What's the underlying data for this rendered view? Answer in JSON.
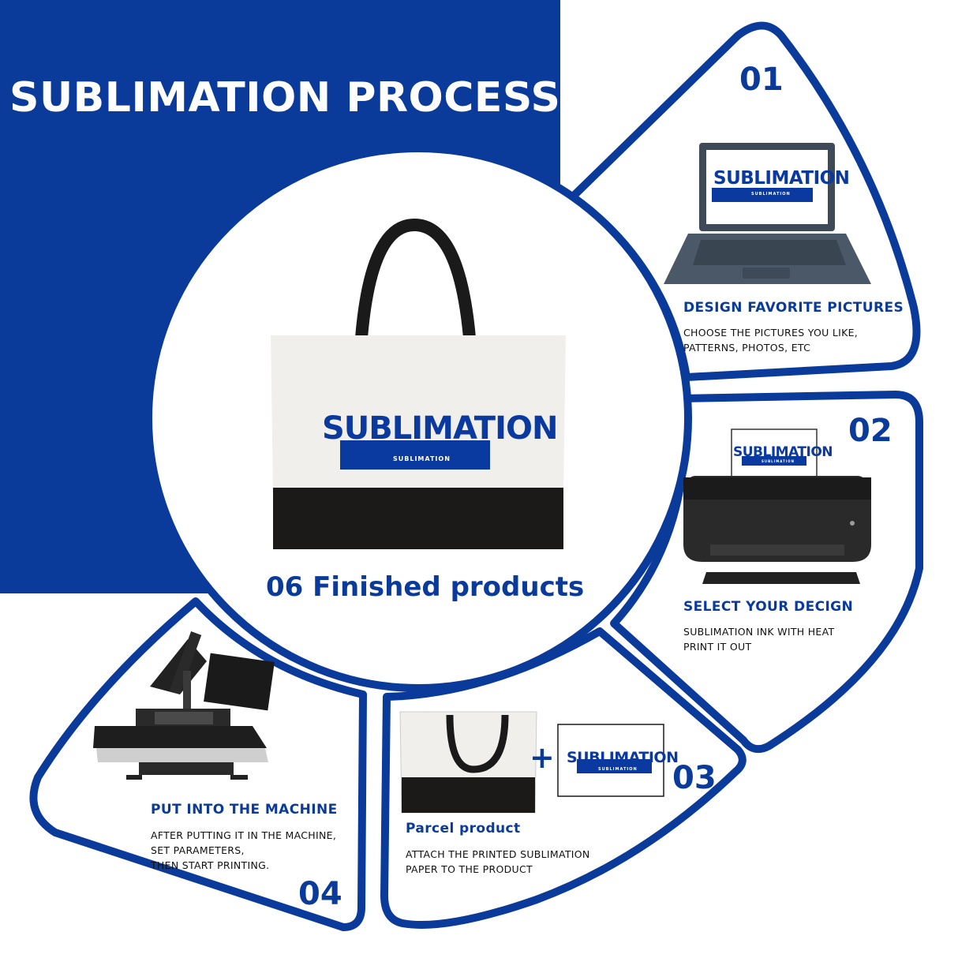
{
  "title": "SUBLIMATION PROCESS",
  "brand_word": "SUBLIMATION",
  "brand_subword": "SUBLIMATION",
  "colors": {
    "primary_blue": "#0a3a9a",
    "white": "#ffffff",
    "text_dark": "#111111"
  },
  "center": {
    "caption": "06 Finished products",
    "image": "tote-bag-icon"
  },
  "steps": [
    {
      "number": "01",
      "heading": "DESIGN FAVORITE PICTURES",
      "lines": [
        "CHOOSE THE PICTURES YOU LIKE,",
        "PATTERNS, PHOTOS, ETC"
      ],
      "image": "laptop-icon"
    },
    {
      "number": "02",
      "heading": "SELECT YOUR DECIGN",
      "lines": [
        "SUBLIMATION INK WITH HEAT",
        "PRINT IT OUT"
      ],
      "image": "printer-icon"
    },
    {
      "number": "03",
      "heading": "Parcel product",
      "lines": [
        "ATTACH THE PRINTED SUBLIMATION",
        "PAPER TO THE PRODUCT"
      ],
      "plus": "+",
      "image": "tote-bag-and-paper-icon"
    },
    {
      "number": "04",
      "heading": "PUT INTO THE MACHINE",
      "lines": [
        "AFTER PUTTING IT IN THE MACHINE,",
        "SET PARAMETERS,",
        "THEN START PRINTING."
      ],
      "image": "heat-press-icon"
    }
  ]
}
